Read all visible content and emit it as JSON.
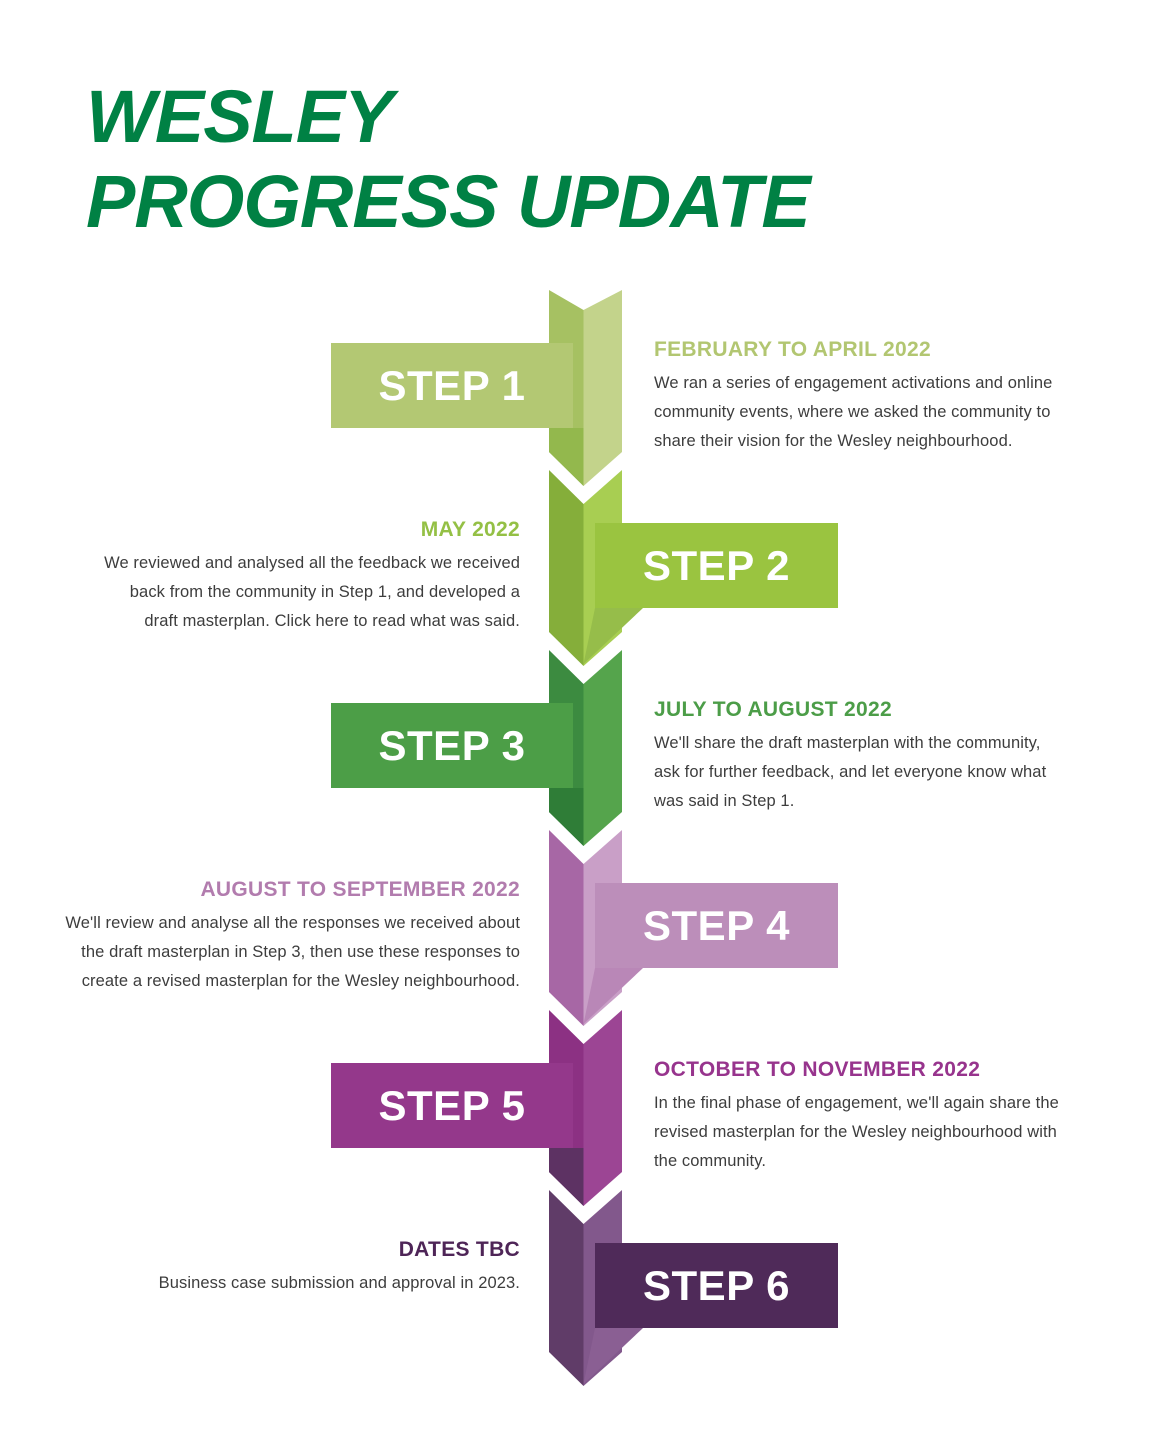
{
  "title": {
    "line1": "WESLEY",
    "line2": "PROGRESS UPDATE",
    "color": "#008144"
  },
  "steps": [
    {
      "label": "STEP 1",
      "side": "left",
      "date": "FEBRUARY TO APRIL 2022",
      "body_lines": [
        "We ran a series of engagement activations and online",
        "community events, where we asked the community to",
        "share their vision for the Wesley neighbourhood."
      ],
      "colors": {
        "banner": "#b3c873",
        "date": "#b2c671",
        "ribbon_left": "#a6c162",
        "ribbon_left_shadow": "#93b84d",
        "ribbon_right": "#c3d38b"
      }
    },
    {
      "label": "STEP 2",
      "side": "right",
      "date": "MAY 2022",
      "body_lines": [
        "We reviewed and analysed all the feedback we received",
        "back from the community in Step 1, and developed a",
        "draft masterplan. Click here to read what was said."
      ],
      "colors": {
        "banner": "#9ac440",
        "date": "#94c045",
        "ribbon_left": "#85ae3a",
        "ribbon_right": "#a8ce52",
        "ribbon_tail": "#96bd4a"
      }
    },
    {
      "label": "STEP 3",
      "side": "left",
      "date": "JULY TO AUGUST 2022",
      "body_lines": [
        "We'll share the draft masterplan with the community,",
        "ask for further feedback, and let everyone know what",
        "was said in Step 1."
      ],
      "colors": {
        "banner": "#4c9e47",
        "date": "#4c9d48",
        "ribbon_left": "#3c8b40",
        "ribbon_left_shadow": "#2f7d37",
        "ribbon_right": "#55a44c"
      }
    },
    {
      "label": "STEP 4",
      "side": "right",
      "date": "AUGUST TO SEPTEMBER 2022",
      "body_lines": [
        "We'll review and analyse all the responses we received about",
        "the draft masterplan in Step 3, then use these responses to",
        "create a revised masterplan for the Wesley neighbourhood."
      ],
      "colors": {
        "banner": "#bc8eba",
        "date": "#b27cae",
        "ribbon_left": "#a767a5",
        "ribbon_right": "#c99fc7",
        "ribbon_tail": "#b987b7"
      }
    },
    {
      "label": "STEP 5",
      "side": "left",
      "date": "OCTOBER TO NOVEMBER 2022",
      "body_lines": [
        "In the final phase of engagement, we'll again share the",
        "revised masterplan for the Wesley neighbourhood with",
        "the community."
      ],
      "colors": {
        "banner": "#94388b",
        "date": "#97348d",
        "ribbon_left": "#8c3183",
        "ribbon_left_shadow": "#5d3263",
        "ribbon_right": "#9c4594"
      }
    },
    {
      "label": "STEP 6",
      "side": "right",
      "date": "DATES TBC",
      "body_lines": [
        "Business case submission and approval in 2023."
      ],
      "colors": {
        "banner": "#4f2a59",
        "date": "#4e2557",
        "ribbon_left": "#603c68",
        "ribbon_right": "#82588c",
        "ribbon_tail": "#8a5f93"
      }
    }
  ]
}
